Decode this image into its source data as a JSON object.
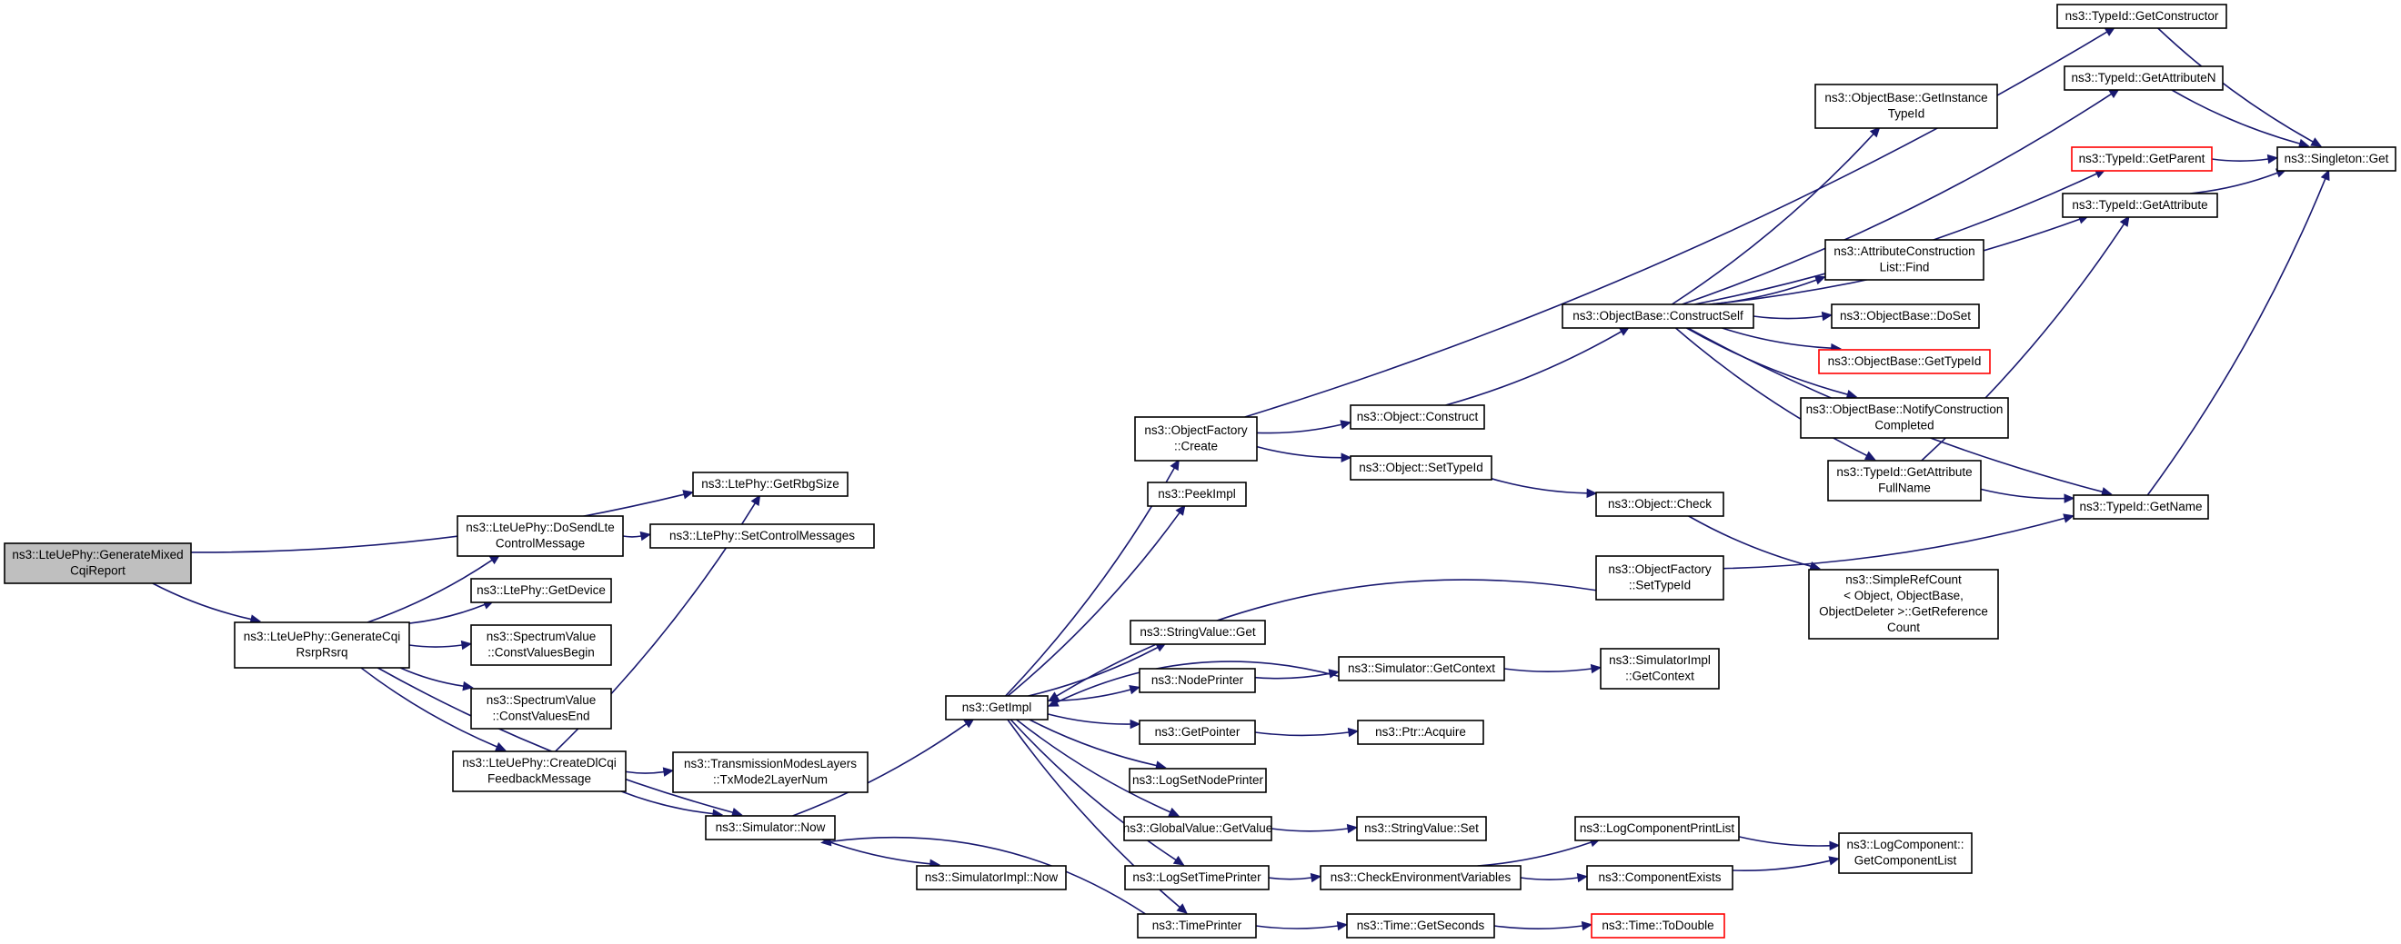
{
  "colors": {
    "edge": "#191970",
    "start_fill": "#bfbfbf",
    "border": "#000000",
    "incomplete_border": "#ff0000"
  },
  "nodes": [
    {
      "id": "n0",
      "lines": [
        "ns3::LteUePhy::GenerateMixed",
        "CqiReport"
      ],
      "style": "start"
    },
    {
      "id": "n1",
      "lines": [
        "ns3::LteUePhy::GenerateCqi",
        "RsrpRsrq"
      ]
    },
    {
      "id": "n2",
      "lines": [
        "ns3::LtePhy::GetRbgSize"
      ]
    },
    {
      "id": "n3",
      "lines": [
        "ns3::LteUePhy::DoSendLte",
        "ControlMessage"
      ]
    },
    {
      "id": "n4",
      "lines": [
        "ns3::LtePhy::SetControlMessages"
      ]
    },
    {
      "id": "n5",
      "lines": [
        "ns3::LtePhy::GetDevice"
      ]
    },
    {
      "id": "n6",
      "lines": [
        "ns3::SpectrumValue",
        "::ConstValuesBegin"
      ]
    },
    {
      "id": "n7",
      "lines": [
        "ns3::SpectrumValue",
        "::ConstValuesEnd"
      ]
    },
    {
      "id": "n8",
      "lines": [
        "ns3::LteUePhy::CreateDlCqi",
        "FeedbackMessage"
      ]
    },
    {
      "id": "n9",
      "lines": [
        "ns3::TransmissionModesLayers",
        "::TxMode2LayerNum"
      ]
    },
    {
      "id": "n10",
      "lines": [
        "ns3::Simulator::Now"
      ]
    },
    {
      "id": "n11",
      "lines": [
        "ns3::SimulatorImpl::Now"
      ]
    },
    {
      "id": "n12",
      "lines": [
        "ns3::GetImpl"
      ]
    },
    {
      "id": "n13",
      "lines": [
        "ns3::ObjectFactory",
        "::Create"
      ]
    },
    {
      "id": "n14",
      "lines": [
        "ns3::PeekImpl"
      ]
    },
    {
      "id": "n15",
      "lines": [
        "ns3::StringValue::Get"
      ]
    },
    {
      "id": "n16",
      "lines": [
        "ns3::NodePrinter"
      ]
    },
    {
      "id": "n17",
      "lines": [
        "ns3::GetPointer"
      ]
    },
    {
      "id": "n18",
      "lines": [
        "ns3::LogSetNodePrinter"
      ]
    },
    {
      "id": "n19",
      "lines": [
        "ns3::GlobalValue::GetValue"
      ]
    },
    {
      "id": "n20",
      "lines": [
        "ns3::LogSetTimePrinter"
      ]
    },
    {
      "id": "n21",
      "lines": [
        "ns3::TimePrinter"
      ]
    },
    {
      "id": "n22",
      "lines": [
        "ns3::Object::Construct"
      ]
    },
    {
      "id": "n23",
      "lines": [
        "ns3::Object::SetTypeId"
      ]
    },
    {
      "id": "n24",
      "lines": [
        "ns3::Simulator::GetContext"
      ]
    },
    {
      "id": "n25",
      "lines": [
        "ns3::Ptr::Acquire"
      ]
    },
    {
      "id": "n26",
      "lines": [
        "ns3::StringValue::Set"
      ]
    },
    {
      "id": "n27",
      "lines": [
        "ns3::CheckEnvironmentVariables"
      ]
    },
    {
      "id": "n28",
      "lines": [
        "ns3::Time::GetSeconds"
      ]
    },
    {
      "id": "n29",
      "lines": [
        "ns3::ObjectBase::ConstructSelf"
      ]
    },
    {
      "id": "n30",
      "lines": [
        "ns3::Object::Check"
      ]
    },
    {
      "id": "n31",
      "lines": [
        "ns3::ObjectFactory",
        "::SetTypeId"
      ]
    },
    {
      "id": "n32",
      "lines": [
        "ns3::SimulatorImpl",
        "::GetContext"
      ]
    },
    {
      "id": "n33",
      "lines": [
        "ns3::LogComponentPrintList"
      ]
    },
    {
      "id": "n34",
      "lines": [
        "ns3::ComponentExists"
      ]
    },
    {
      "id": "n35",
      "lines": [
        "ns3::Time::ToDouble"
      ],
      "style": "red"
    },
    {
      "id": "n36",
      "lines": [
        "ns3::ObjectBase::GetInstance",
        "TypeId"
      ]
    },
    {
      "id": "n37",
      "lines": [
        "ns3::AttributeConstruction",
        "List::Find"
      ]
    },
    {
      "id": "n38",
      "lines": [
        "ns3::ObjectBase::DoSet"
      ]
    },
    {
      "id": "n39",
      "lines": [
        "ns3::ObjectBase::GetTypeId"
      ],
      "style": "red"
    },
    {
      "id": "n40",
      "lines": [
        "ns3::ObjectBase::NotifyConstruction",
        "Completed"
      ]
    },
    {
      "id": "n41",
      "lines": [
        "ns3::TypeId::GetAttribute",
        "FullName"
      ]
    },
    {
      "id": "n42",
      "lines": [
        "ns3::SimpleRefCount",
        "< Object, ObjectBase,",
        "ObjectDeleter >::GetReference",
        "Count"
      ]
    },
    {
      "id": "n43",
      "lines": [
        "ns3::LogComponent::",
        "GetComponentList"
      ]
    },
    {
      "id": "n44",
      "lines": [
        "ns3::TypeId::GetConstructor"
      ]
    },
    {
      "id": "n45",
      "lines": [
        "ns3::TypeId::GetAttributeN"
      ]
    },
    {
      "id": "n46",
      "lines": [
        "ns3::TypeId::GetParent"
      ],
      "style": "red"
    },
    {
      "id": "n47",
      "lines": [
        "ns3::TypeId::GetAttribute"
      ]
    },
    {
      "id": "n48",
      "lines": [
        "ns3::TypeId::GetName"
      ]
    },
    {
      "id": "n49",
      "lines": [
        "ns3::Singleton::Get"
      ]
    }
  ],
  "edges": [
    [
      "n0",
      "n2"
    ],
    [
      "n0",
      "n1"
    ],
    [
      "n1",
      "n3"
    ],
    [
      "n1",
      "n5"
    ],
    [
      "n1",
      "n6"
    ],
    [
      "n1",
      "n7"
    ],
    [
      "n1",
      "n8"
    ],
    [
      "n1",
      "n10"
    ],
    [
      "n3",
      "n4"
    ],
    [
      "n8",
      "n2"
    ],
    [
      "n8",
      "n9"
    ],
    [
      "n8",
      "n10"
    ],
    [
      "n10",
      "n11"
    ],
    [
      "n10",
      "n12"
    ],
    [
      "n12",
      "n13"
    ],
    [
      "n12",
      "n14"
    ],
    [
      "n12",
      "n15"
    ],
    [
      "n12",
      "n16"
    ],
    [
      "n12",
      "n17"
    ],
    [
      "n12",
      "n18"
    ],
    [
      "n12",
      "n19"
    ],
    [
      "n12",
      "n20"
    ],
    [
      "n12",
      "n21"
    ],
    [
      "n21",
      "n10"
    ],
    [
      "n24",
      "n12"
    ],
    [
      "n31",
      "n12"
    ],
    [
      "n13",
      "n44"
    ],
    [
      "n13",
      "n22"
    ],
    [
      "n13",
      "n23"
    ],
    [
      "n22",
      "n29"
    ],
    [
      "n23",
      "n30"
    ],
    [
      "n16",
      "n24"
    ],
    [
      "n24",
      "n32"
    ],
    [
      "n17",
      "n25"
    ],
    [
      "n19",
      "n26"
    ],
    [
      "n20",
      "n27"
    ],
    [
      "n27",
      "n33"
    ],
    [
      "n27",
      "n34"
    ],
    [
      "n21",
      "n28"
    ],
    [
      "n28",
      "n35"
    ],
    [
      "n29",
      "n45"
    ],
    [
      "n29",
      "n36"
    ],
    [
      "n29",
      "n46"
    ],
    [
      "n29",
      "n47"
    ],
    [
      "n29",
      "n37"
    ],
    [
      "n29",
      "n38"
    ],
    [
      "n29",
      "n39"
    ],
    [
      "n29",
      "n40"
    ],
    [
      "n29",
      "n41"
    ],
    [
      "n29",
      "n48"
    ],
    [
      "n30",
      "n42"
    ],
    [
      "n31",
      "n48"
    ],
    [
      "n33",
      "n43"
    ],
    [
      "n34",
      "n43"
    ],
    [
      "n41",
      "n47"
    ],
    [
      "n41",
      "n48"
    ],
    [
      "n44",
      "n49"
    ],
    [
      "n45",
      "n49"
    ],
    [
      "n46",
      "n49"
    ],
    [
      "n47",
      "n49"
    ],
    [
      "n48",
      "n49"
    ]
  ]
}
